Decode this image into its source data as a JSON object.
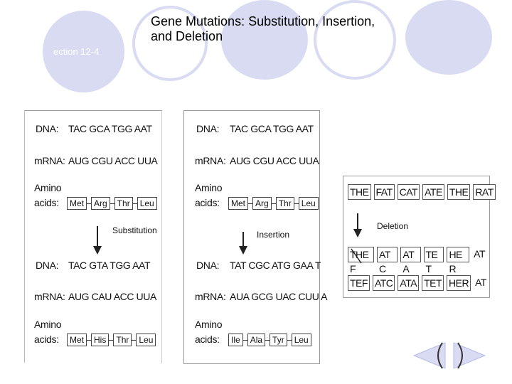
{
  "slide": {
    "title_line1": "Gene Mutations: Substitution, Insertion,",
    "title_line2": "and Deletion",
    "section_label": "ection 12-4"
  },
  "labels": {
    "dna": "DNA:",
    "mrna": "mRNA:",
    "amino1": "Amino",
    "amino2": "acids:"
  },
  "substitution": {
    "caption": "Substitution",
    "top_dna": "TAC GCA TGG AAT",
    "top_mrna": "AUG CGU ACC UUA",
    "top_amino": [
      "Met",
      "Arg",
      "Thr",
      "Leu"
    ],
    "bottom_dna": "TAC GTA TGG AAT",
    "bottom_mrna": "AUG CAU ACC UUA",
    "bottom_amino": [
      "Met",
      "His",
      "Thr",
      "Leu"
    ]
  },
  "insertion": {
    "caption": "Insertion",
    "top_dna": "TAC GCA TGG AAT",
    "top_mrna": "AUG CGU ACC UUA",
    "top_amino": [
      "Met",
      "Arg",
      "Thr",
      "Leu"
    ],
    "bottom_dna": "TAT CGC ATG GAA T",
    "bottom_mrna": "AUA GCG UAC CUU A",
    "bottom_amino": [
      "Ile",
      "Ala",
      "Tyr",
      "Leu"
    ]
  },
  "deletion": {
    "caption": "Deletion",
    "row1": [
      "THE",
      "FAT",
      "CAT",
      "ATE",
      "THE",
      "RAT"
    ],
    "row2": [
      "THE F",
      "AT C",
      "AT A",
      "TE T",
      "HE R",
      "AT"
    ],
    "row3": [
      "TEF",
      "ATC",
      "ATA",
      "TET",
      "HER",
      "AT"
    ]
  },
  "colors": {
    "accent_circle": "#d9dbf3",
    "nav_fill": "#d9dbf3"
  },
  "nav": {
    "prev_icon": "back-arrow-icon",
    "next_icon": "forward-arrow-icon"
  }
}
